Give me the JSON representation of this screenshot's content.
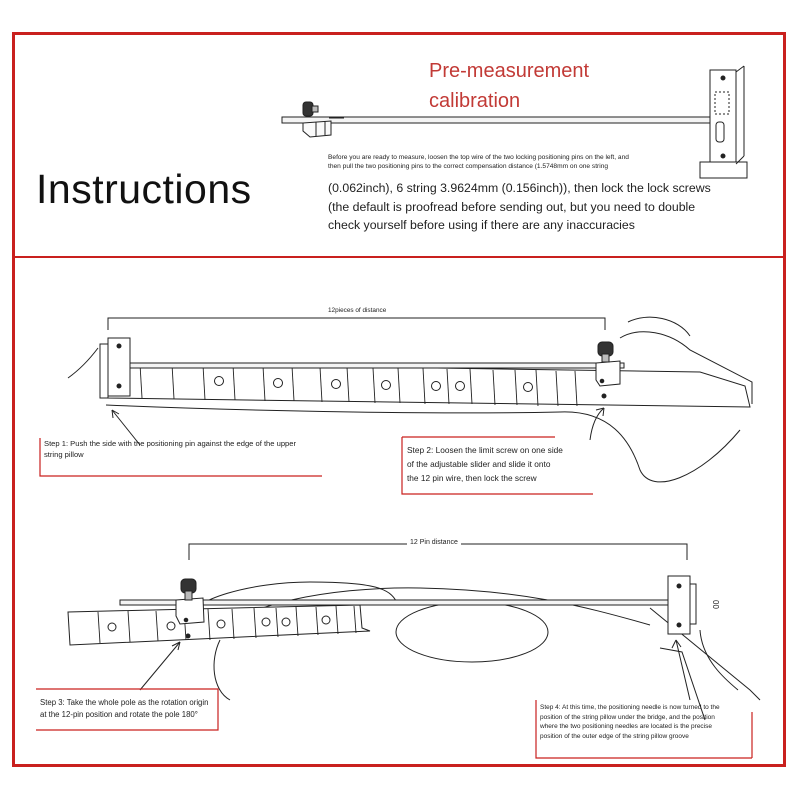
{
  "header": {
    "title": "Instructions",
    "calibration_title": [
      "Pre-measurement",
      "calibration"
    ]
  },
  "calibration": {
    "intro_small": [
      "Before you are ready to measure, loosen the top wire of the two locking positioning pins on the left, and",
      "then pull the two positioning pins to the correct compensation distance (1.5748mm on one string"
    ],
    "body": [
      "(0.062inch), 6 string 3.9624mm (0.156inch)), then lock the lock screws",
      "(the default is proofread before sending out, but you need to double",
      "check yourself before using if there are any inaccuracies"
    ]
  },
  "diagram_top": {
    "distance_label": "12pieces of distance",
    "step1": [
      "Step 1: Push the side with the positioning pin against the edge of the upper",
      "string pillow"
    ],
    "step2": [
      "Step 2: Loosen the limit screw on one side",
      "of the adjustable slider and slide it onto",
      "the 12 pin wire, then lock the screw"
    ]
  },
  "diagram_bottom": {
    "distance_label": "12 Pin distance",
    "step3": [
      "Step 3: Take the whole pole as the rotation origin",
      "at the 12-pin position and rotate the pole 180°"
    ],
    "step4": [
      "Step 4: At this time, the positioning needle is now turned to the",
      "position of the string pillow under the bridge, and the position",
      "where the two positioning needles are located is the precise",
      "position of the outer edge of the string pillow groove"
    ],
    "bridge_mark": "00"
  },
  "colors": {
    "accent": "#c9201e",
    "title_red": "#c23a36"
  }
}
